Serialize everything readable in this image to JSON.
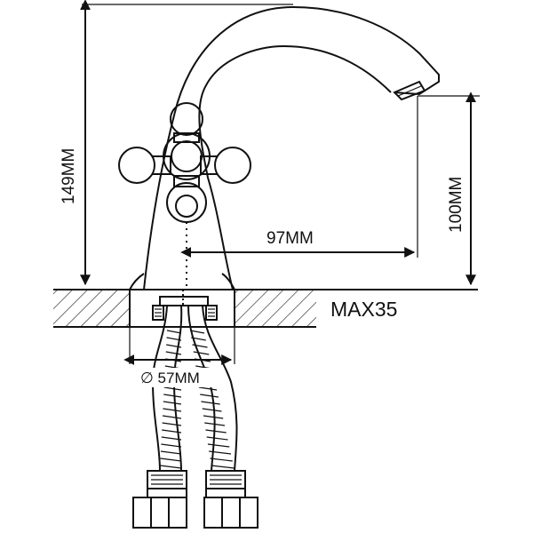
{
  "dimensions": {
    "height_total": "149MM",
    "spout_height": "100MM",
    "spout_reach": "97MM",
    "max_thickness": "MAX35",
    "hole_diameter": "∅ 57MM"
  }
}
